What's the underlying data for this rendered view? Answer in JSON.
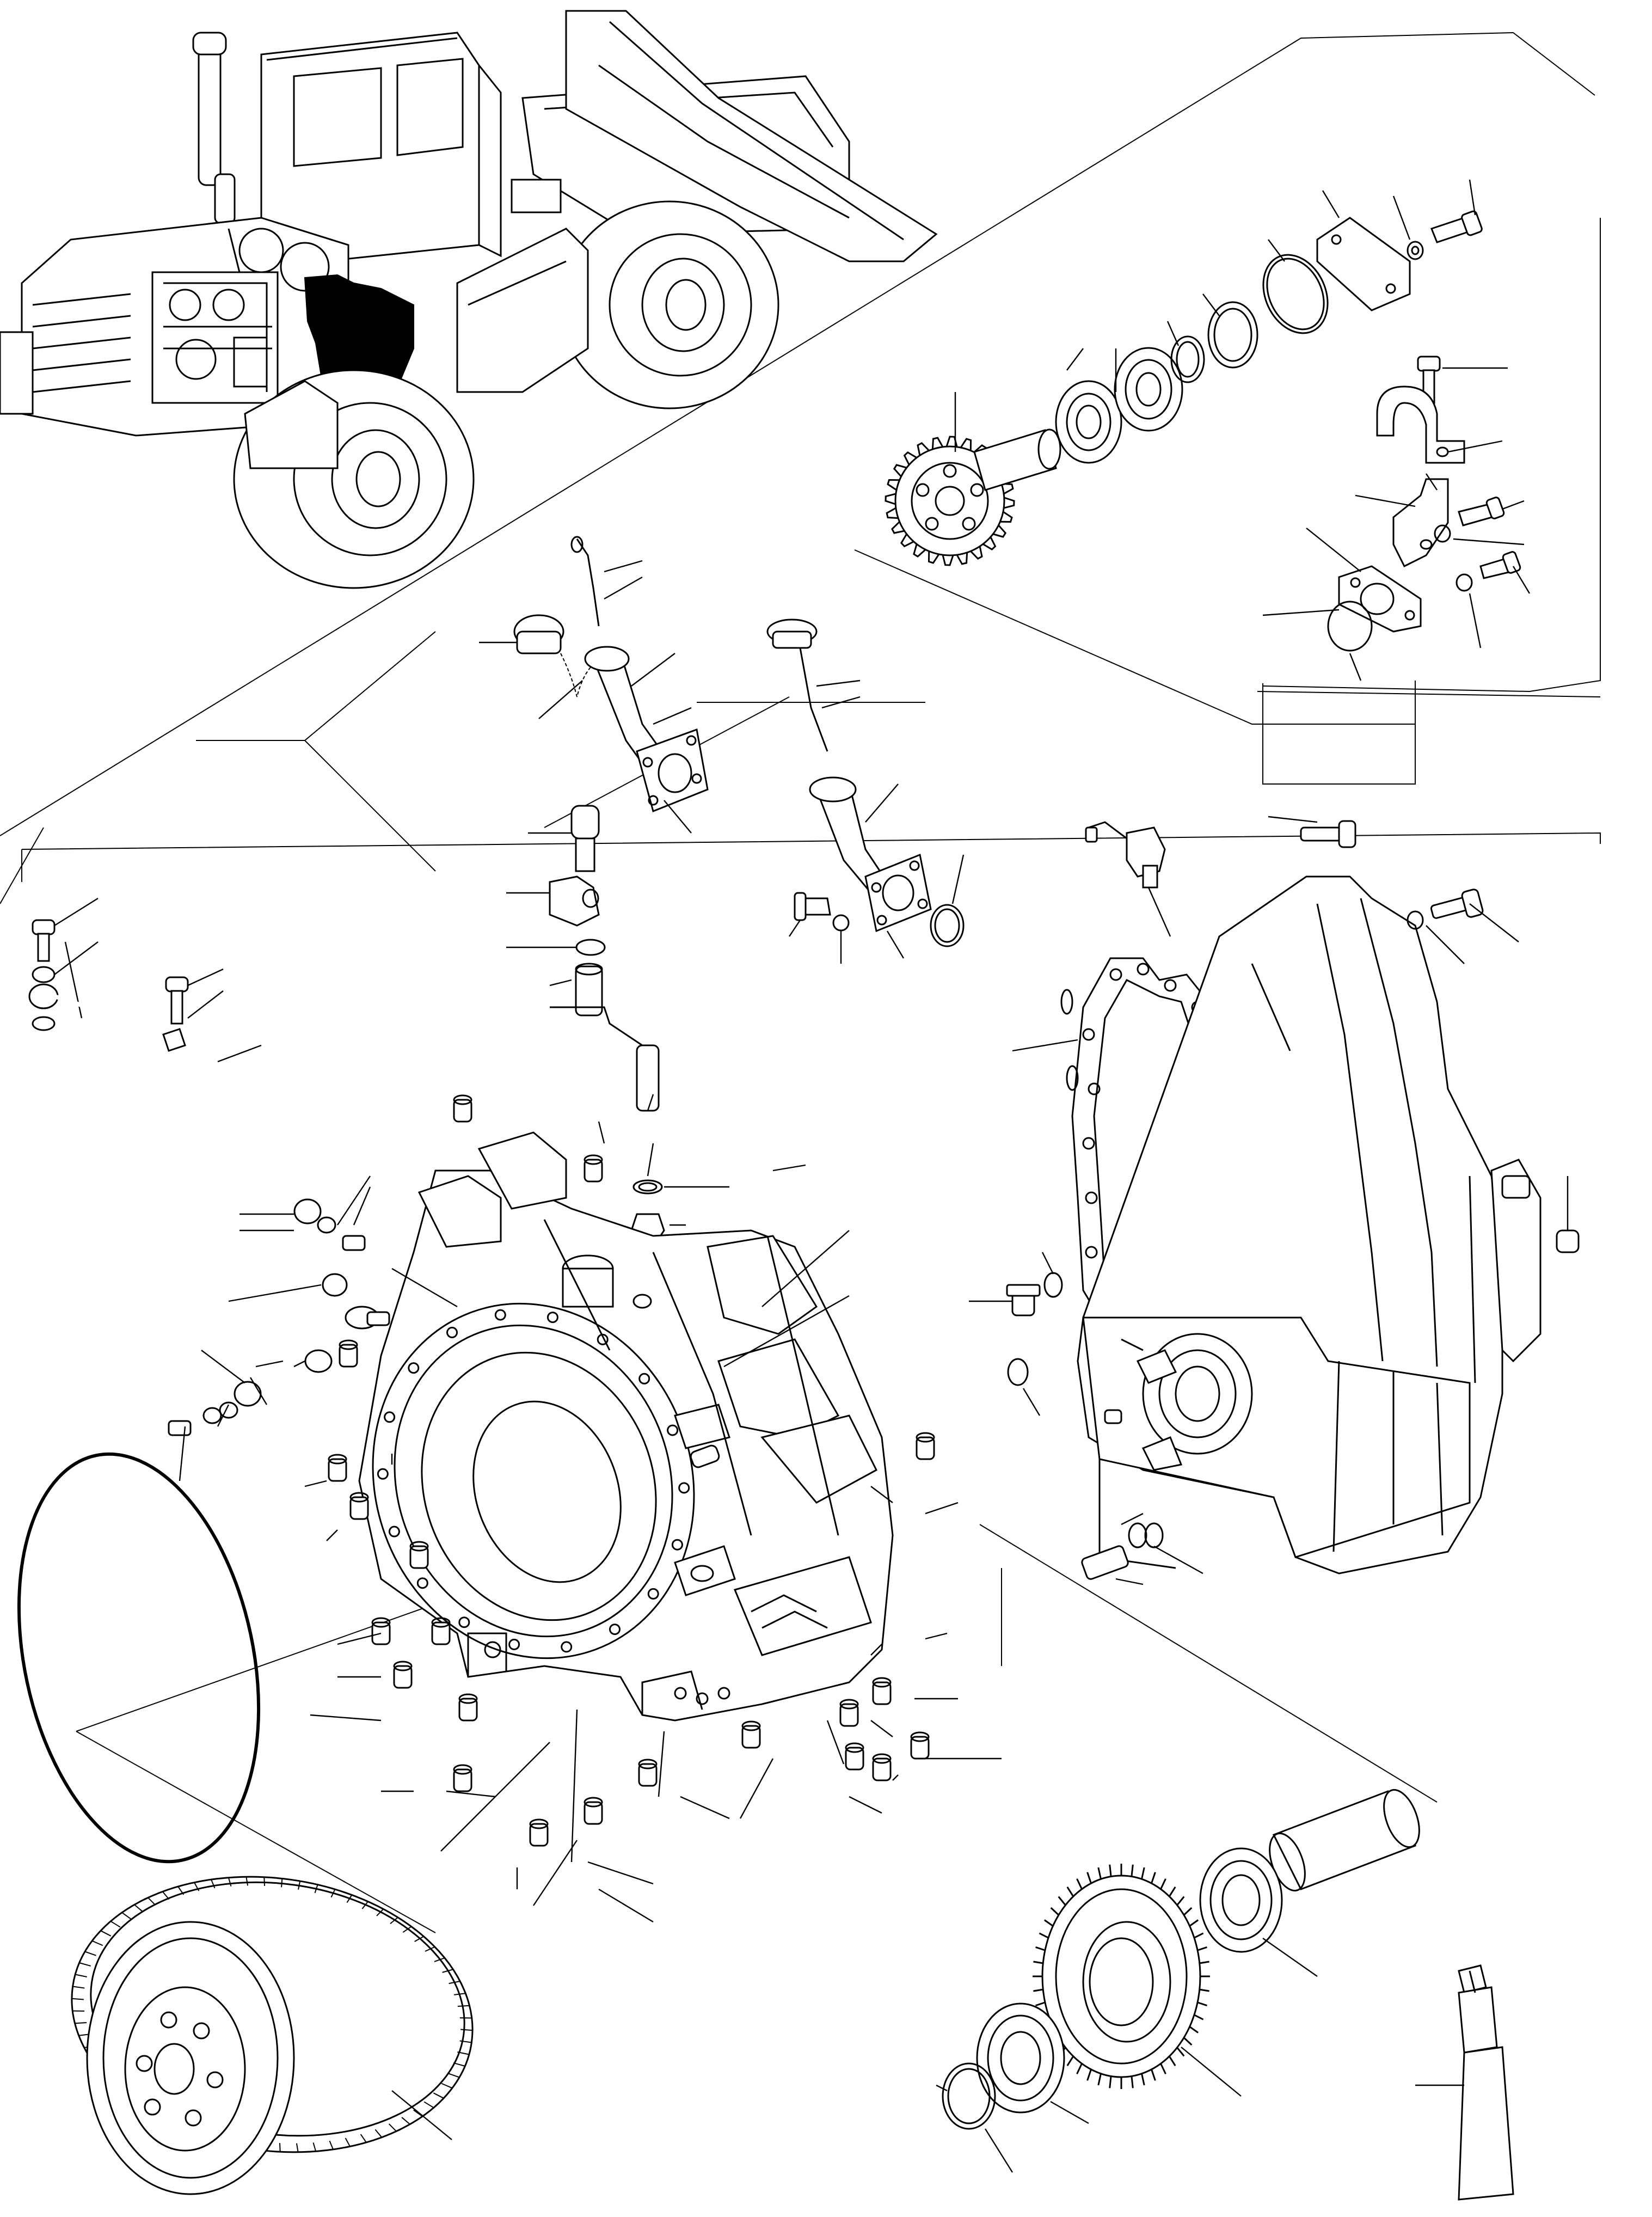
{
  "drawing": {
    "kind": "exploded-parts-view",
    "line_color": "#000000",
    "background_color": "#ffffff",
    "highlight_color": "#000000"
  },
  "groups": [
    {
      "name": "machine-location-view",
      "icon": "wheel-loader-outline"
    },
    {
      "name": "output-shaft-gear-group",
      "icon": "gear-shaft"
    },
    {
      "name": "bracket-clamp-group",
      "icon": "bracket-clamp"
    },
    {
      "name": "oil-filler-tube-group",
      "icon": "filler-tube"
    },
    {
      "name": "dipstick-tube-group",
      "icon": "dipstick"
    },
    {
      "name": "breather-group",
      "icon": "breather"
    },
    {
      "name": "lubrication-pipe-group",
      "icon": "pipe"
    },
    {
      "name": "transmission-front-housing",
      "icon": "housing"
    },
    {
      "name": "transmission-rear-housing",
      "icon": "housing"
    },
    {
      "name": "housing-o-ring",
      "icon": "o-ring"
    },
    {
      "name": "torque-converter",
      "icon": "torque-converter"
    },
    {
      "name": "idler-gear-group",
      "icon": "gear-bearing"
    },
    {
      "name": "sealant-tube",
      "icon": "sealant-tube"
    }
  ]
}
